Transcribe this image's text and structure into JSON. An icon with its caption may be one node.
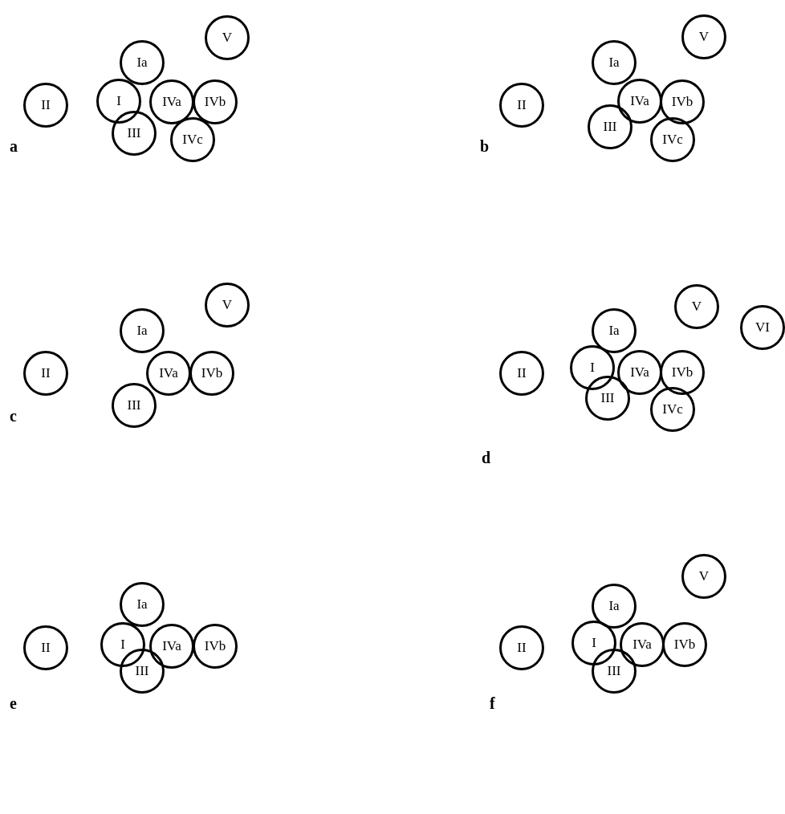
{
  "diagram": {
    "nodes": [
      {
        "text": [
          "V"
        ]
      },
      {
        "text": [
          "Ia"
        ]
      },
      {
        "text": [
          "II"
        ]
      },
      {
        "text": [
          "I"
        ]
      },
      {
        "text": [
          "IVa"
        ]
      },
      {
        "text": [
          "IVb"
        ]
      },
      {
        "text": [
          "III"
        ]
      },
      {
        "text": [
          "IVc"
        ]
      },
      {
        "text": [
          "V"
        ]
      },
      {
        "text": [
          "Ia"
        ]
      },
      {
        "text": [
          "II"
        ]
      },
      {
        "text": [
          "IVa"
        ]
      },
      {
        "text": [
          "IVb"
        ]
      },
      {
        "text": [
          "III"
        ]
      },
      {
        "text": [
          "IVc"
        ]
      },
      {
        "text": [
          "V"
        ]
      },
      {
        "text": [
          "Ia"
        ]
      },
      {
        "text": [
          "II"
        ]
      },
      {
        "text": [
          "IVa"
        ]
      },
      {
        "text": [
          "IVb"
        ]
      },
      {
        "text": [
          "III"
        ]
      },
      {
        "text": [
          "V"
        ]
      },
      {
        "text": [
          "VI"
        ]
      },
      {
        "text": [
          "Ia"
        ]
      },
      {
        "text": [
          "II"
        ]
      },
      {
        "text": [
          "I"
        ]
      },
      {
        "text": [
          "IVa"
        ]
      },
      {
        "text": [
          "IVb"
        ]
      },
      {
        "text": [
          "III"
        ]
      },
      {
        "text": [
          "IVc"
        ]
      },
      {
        "text": [
          "Ia"
        ]
      },
      {
        "text": [
          "II"
        ]
      },
      {
        "text": [
          "I"
        ]
      },
      {
        "text": [
          "IVa"
        ]
      },
      {
        "text": [
          "IVb"
        ]
      },
      {
        "text": [
          "III"
        ]
      },
      {
        "text": [
          "V"
        ]
      },
      {
        "text": [
          "Ia"
        ]
      },
      {
        "text": [
          "II"
        ]
      },
      {
        "text": [
          "I"
        ]
      },
      {
        "text": [
          "IVa"
        ]
      },
      {
        "text": [
          "IVb"
        ]
      },
      {
        "text": [
          "III"
        ]
      }
    ],
    "labels": [
      "a",
      "b",
      "c",
      "d",
      "e",
      "f"
    ]
  }
}
